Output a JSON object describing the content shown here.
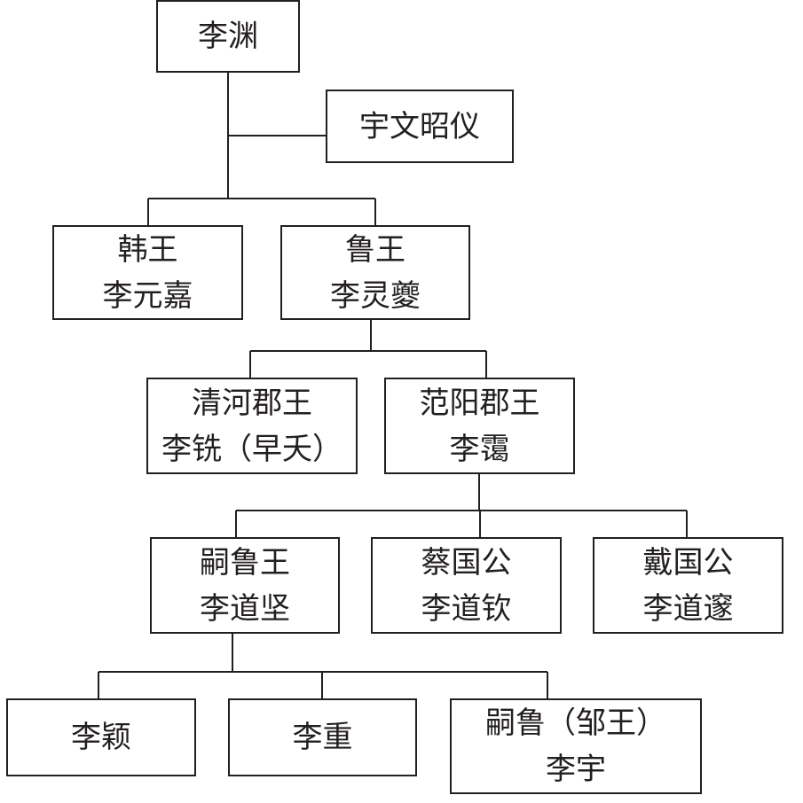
{
  "tree": {
    "root": {
      "line1": "李渊"
    },
    "consort": {
      "line1": "宇文昭仪"
    },
    "han_wang": {
      "line1": "韩王",
      "line2": "李元嘉"
    },
    "lu_wang": {
      "line1": "鲁王",
      "line2": "李灵夔"
    },
    "qinghe": {
      "line1": "清河郡王",
      "line2": "李铣（早夭）"
    },
    "fanyang": {
      "line1": "范阳郡王",
      "line2": "李霭"
    },
    "si_lu_wang": {
      "line1": "嗣鲁王",
      "line2": "李道坚"
    },
    "cai_guogong": {
      "line1": "蔡国公",
      "line2": "李道钦"
    },
    "dai_guogong": {
      "line1": "戴国公",
      "line2": "李道邃"
    },
    "li_ying": {
      "line1": "李颖"
    },
    "li_zhong": {
      "line1": "李重"
    },
    "si_lu_zou": {
      "line1": "嗣鲁（邹王）",
      "line2": "李宇"
    }
  }
}
